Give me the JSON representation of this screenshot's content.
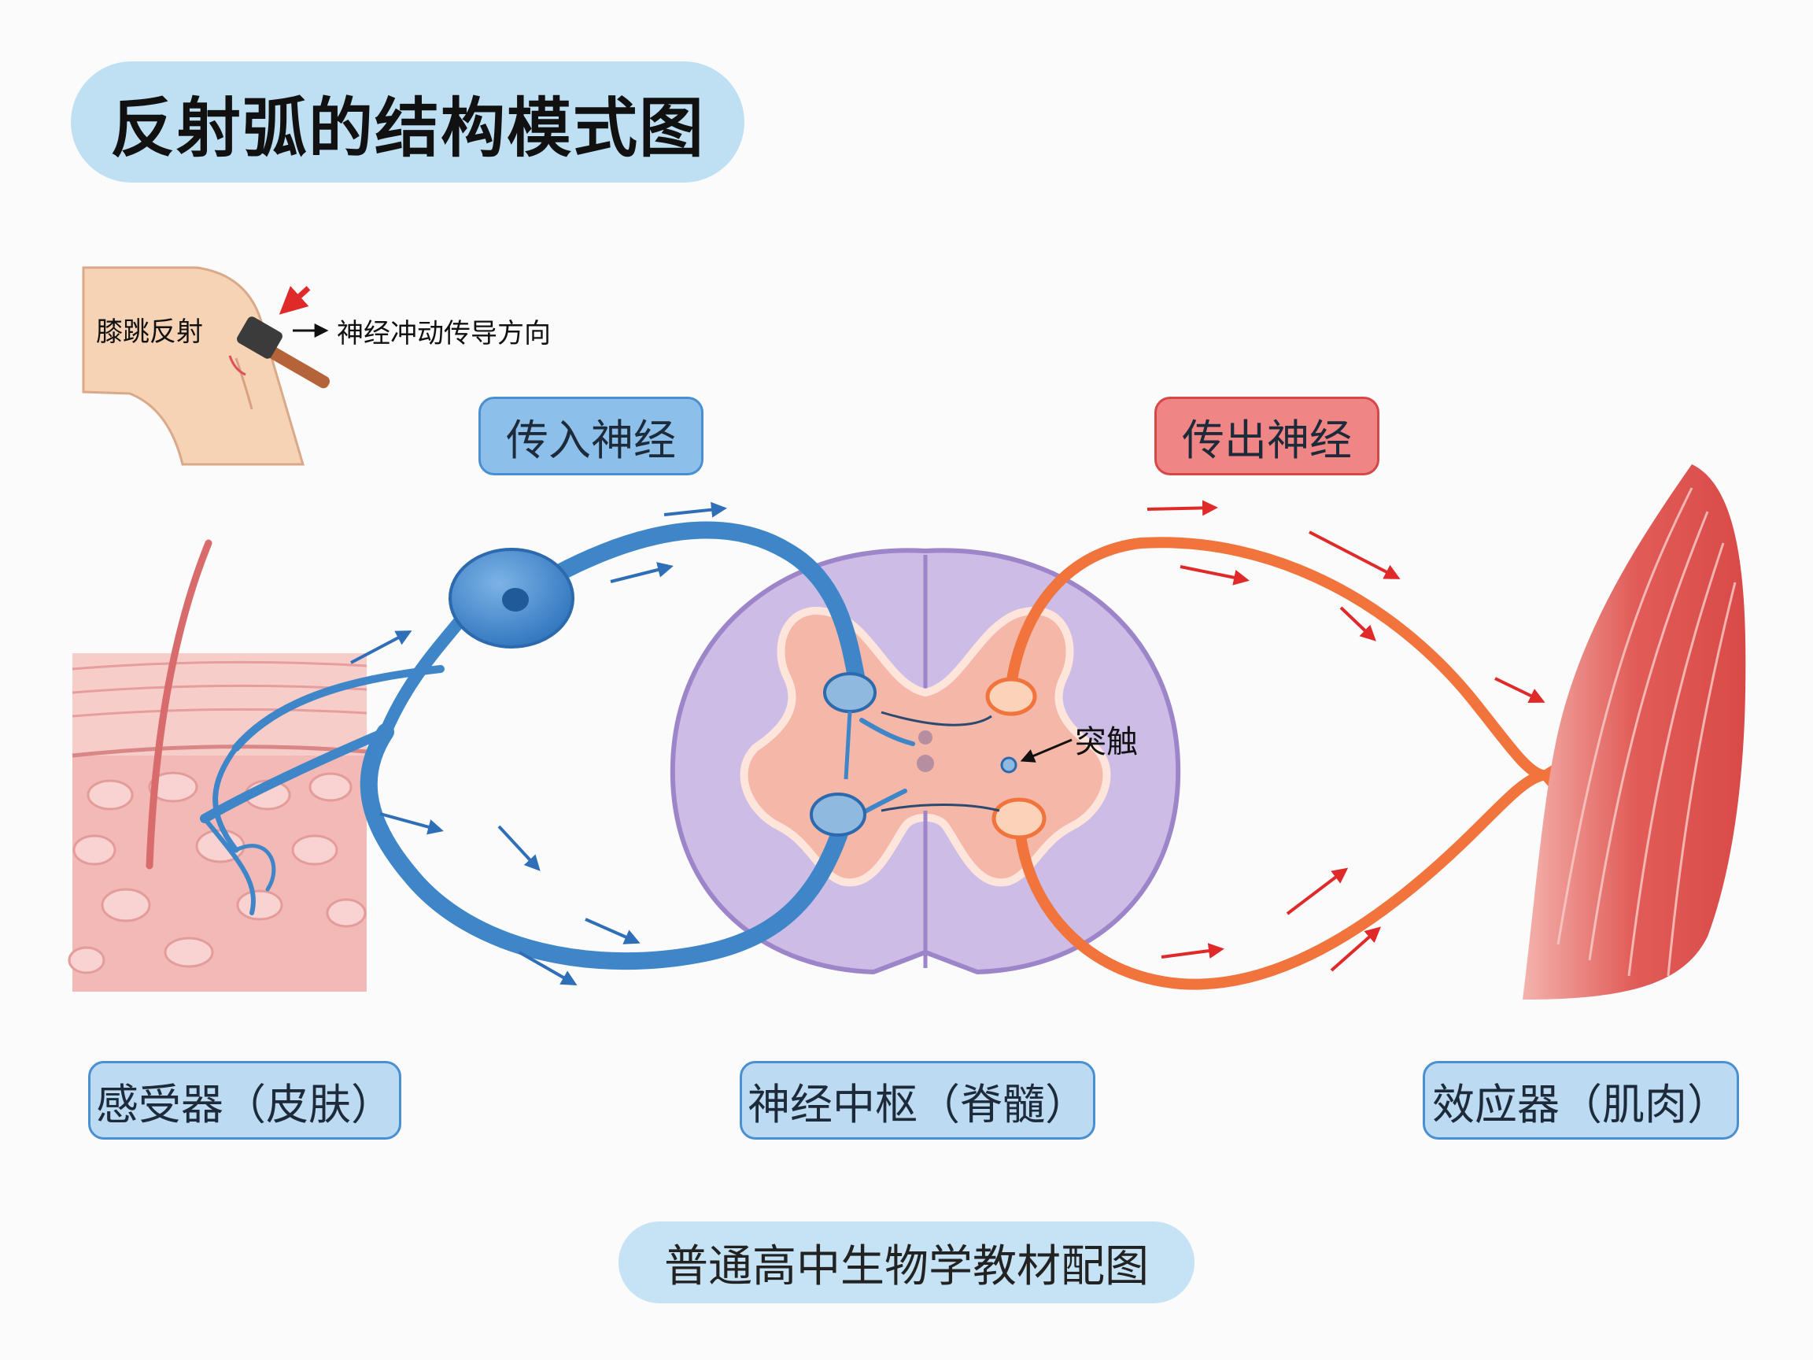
{
  "title": "反射弧的结构模式图",
  "inset": {
    "knee_reflex": "膝跳反射",
    "impulse_direction": "神经冲动传导方向"
  },
  "nerves": {
    "afferent": "传入神经",
    "efferent": "传出神经"
  },
  "synapse": "突触",
  "parts": {
    "receptor": "感受器（皮肤）",
    "center": "神经中枢（脊髓）",
    "effector": "效应器（肌肉）"
  },
  "footer": "普通高中生物学教材配图",
  "colors": {
    "afferent": "#3e86c8",
    "efferent": "#f0743c",
    "arrow_blue": "#2f6fb8",
    "arrow_red": "#e02a2a",
    "muscle": "#e05a5a"
  }
}
